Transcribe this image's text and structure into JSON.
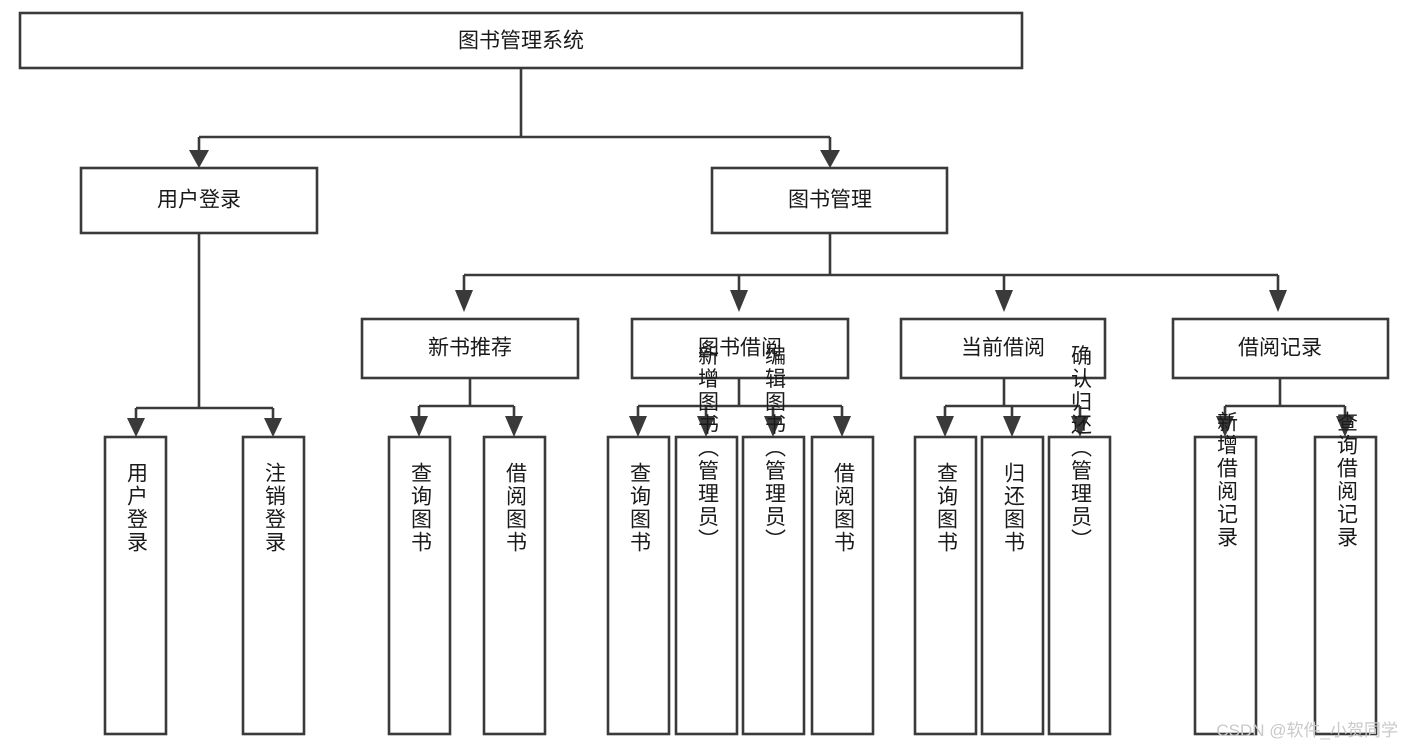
{
  "diagram": {
    "title": "图书管理系统",
    "type": "tree-hierarchy-diagram",
    "watermark": "CSDN @软件_小贺同学",
    "colors": {
      "box_stroke": "#3a3a3a",
      "box_fill": "#ffffff",
      "text": "#1a1a1a",
      "connector": "#3a3a3a",
      "background": "#ffffff",
      "watermark": "#c9c9c9"
    },
    "root": {
      "label": "图书管理系统"
    },
    "level2": [
      {
        "label": "用户登录"
      },
      {
        "label": "图书管理"
      }
    ],
    "level3": [
      {
        "label": "新书推荐"
      },
      {
        "label": "图书借阅"
      },
      {
        "label": "当前借阅"
      },
      {
        "label": "借阅记录"
      }
    ],
    "leaves": {
      "user_login": [
        {
          "label": "用户登录"
        },
        {
          "label": "注销登录"
        }
      ],
      "new_book_recommend": [
        {
          "label": "查询图书"
        },
        {
          "label": "借阅图书"
        }
      ],
      "book_borrow": [
        {
          "label": "查询图书"
        },
        {
          "label": "新增图书（管理员）"
        },
        {
          "label": "编辑图书（管理员）"
        },
        {
          "label": "借阅图书"
        }
      ],
      "current_borrow": [
        {
          "label": "查询图书"
        },
        {
          "label": "归还图书"
        },
        {
          "label": "确认归还（管理员）"
        }
      ],
      "borrow_record": [
        {
          "label": "新增借阅记录"
        },
        {
          "label": "查询借阅记录"
        }
      ]
    }
  }
}
